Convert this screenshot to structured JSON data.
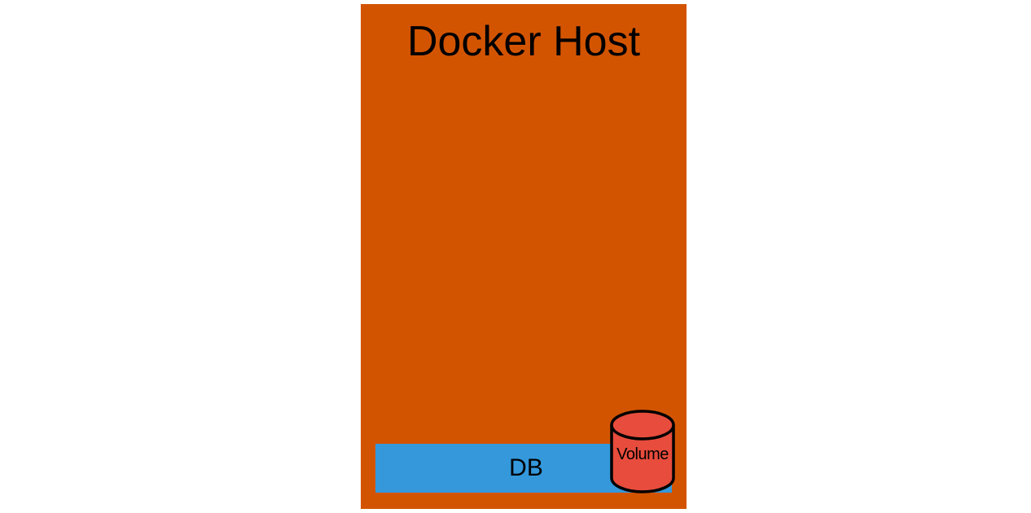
{
  "diagram": {
    "host": {
      "title": "Docker Host",
      "color": "#D35400"
    },
    "container": {
      "label": "DB",
      "color": "#3498DB"
    },
    "volume": {
      "label": "Volume",
      "color": "#E74C3C",
      "icon": "cylinder-icon"
    }
  }
}
